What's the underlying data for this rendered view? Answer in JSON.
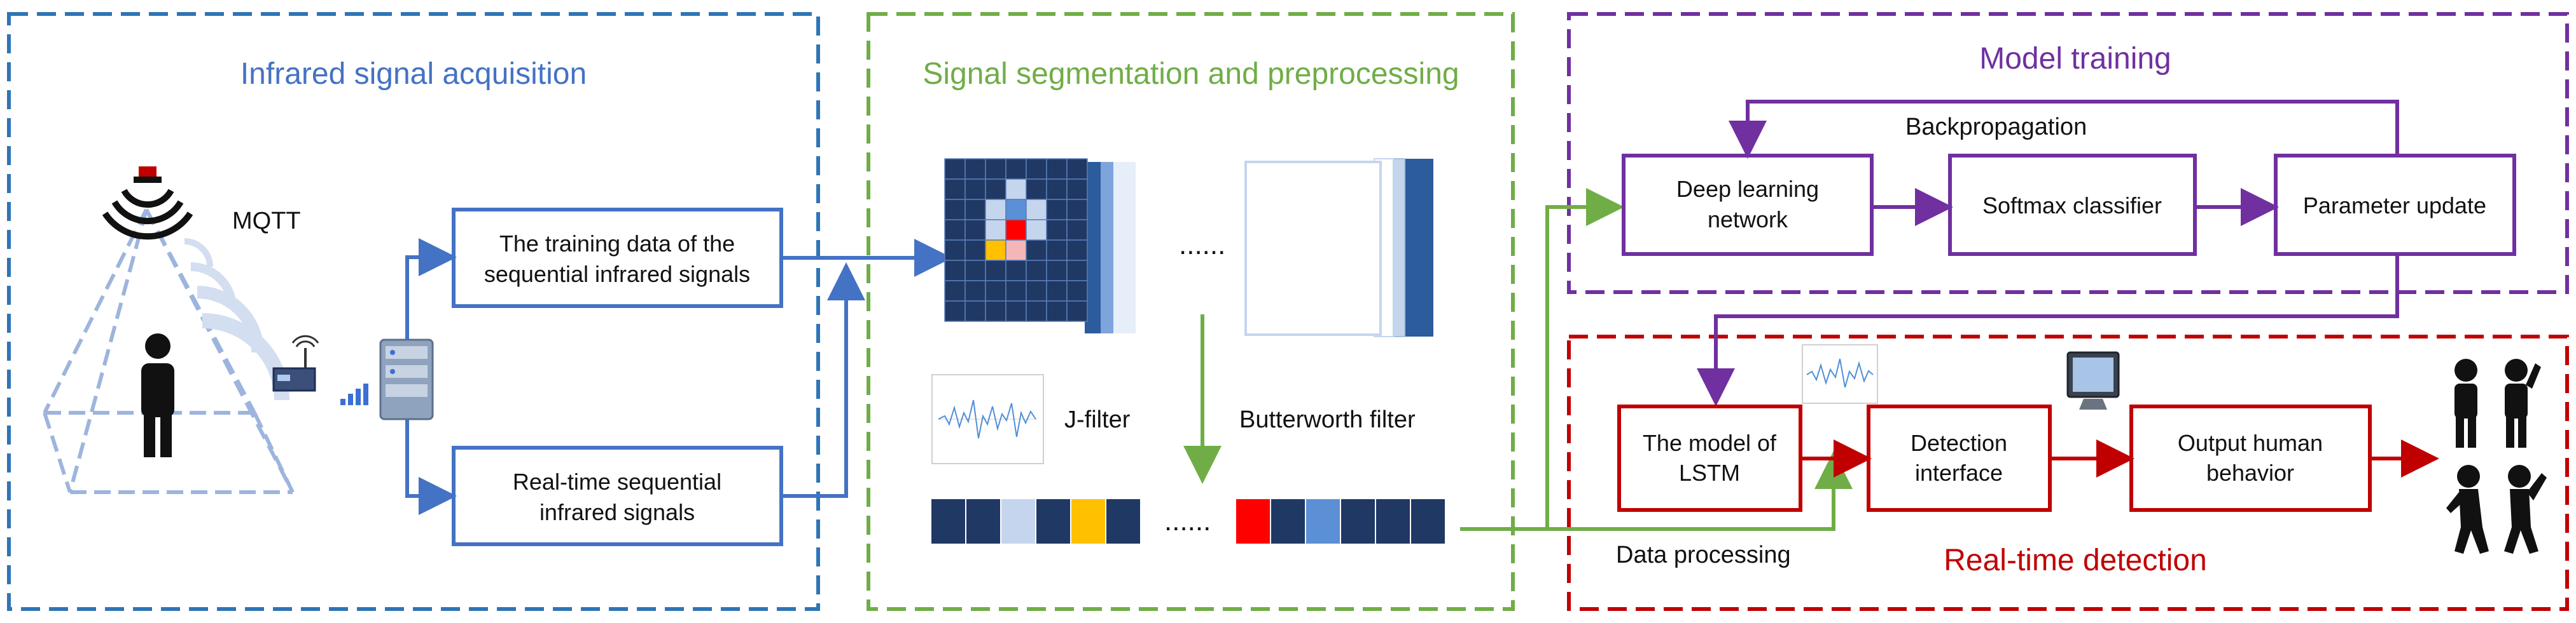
{
  "sections": {
    "acquisition": {
      "title": "Infrared signal acquisition",
      "color": "#4472c4",
      "border": "#2e75b6"
    },
    "preprocessing": {
      "title": "Signal segmentation and preprocessing",
      "color": "#70ad47"
    },
    "training": {
      "title": "Model training",
      "color": "#7030a0"
    },
    "detection": {
      "title": "Real-time detection",
      "color": "#c00000"
    }
  },
  "acquisition": {
    "mqtt_label": "MQTT",
    "training_data_line1": "The training data of the",
    "training_data_line2": "sequential infrared signals",
    "realtime_line1": "Real-time sequential",
    "realtime_line2": "infrared signals"
  },
  "preprocessing": {
    "ellipsis_top": "......",
    "ellipsis_bottom": "......",
    "jfilter_label": "J-filter",
    "butterworth_label": "Butterworth filter",
    "grid_colors": {
      "dark": "#203864",
      "light": "#c5d5ee",
      "mid": "#5b8fd6",
      "red": "#ff0000",
      "yellow": "#ffc000",
      "pink": "#f4b6b6"
    }
  },
  "training": {
    "backprop_label": "Backpropagation",
    "deep_line1": "Deep learning",
    "deep_line2": "network",
    "softmax_label": "Softmax classifier",
    "param_label": "Parameter update"
  },
  "detection": {
    "lstm_line1": "The model of",
    "lstm_line2": "LSTM",
    "interface_line1": "Detection",
    "interface_line2": "interface",
    "output_line1": "Output human",
    "output_line2": "behavior",
    "data_processing_label": "Data processing"
  },
  "icons": [
    "sensor-icon",
    "signal-wave-icon",
    "person-icon",
    "router-icon",
    "server-icon",
    "monitor-icon",
    "waveform-icon",
    "human-poses-icon"
  ]
}
